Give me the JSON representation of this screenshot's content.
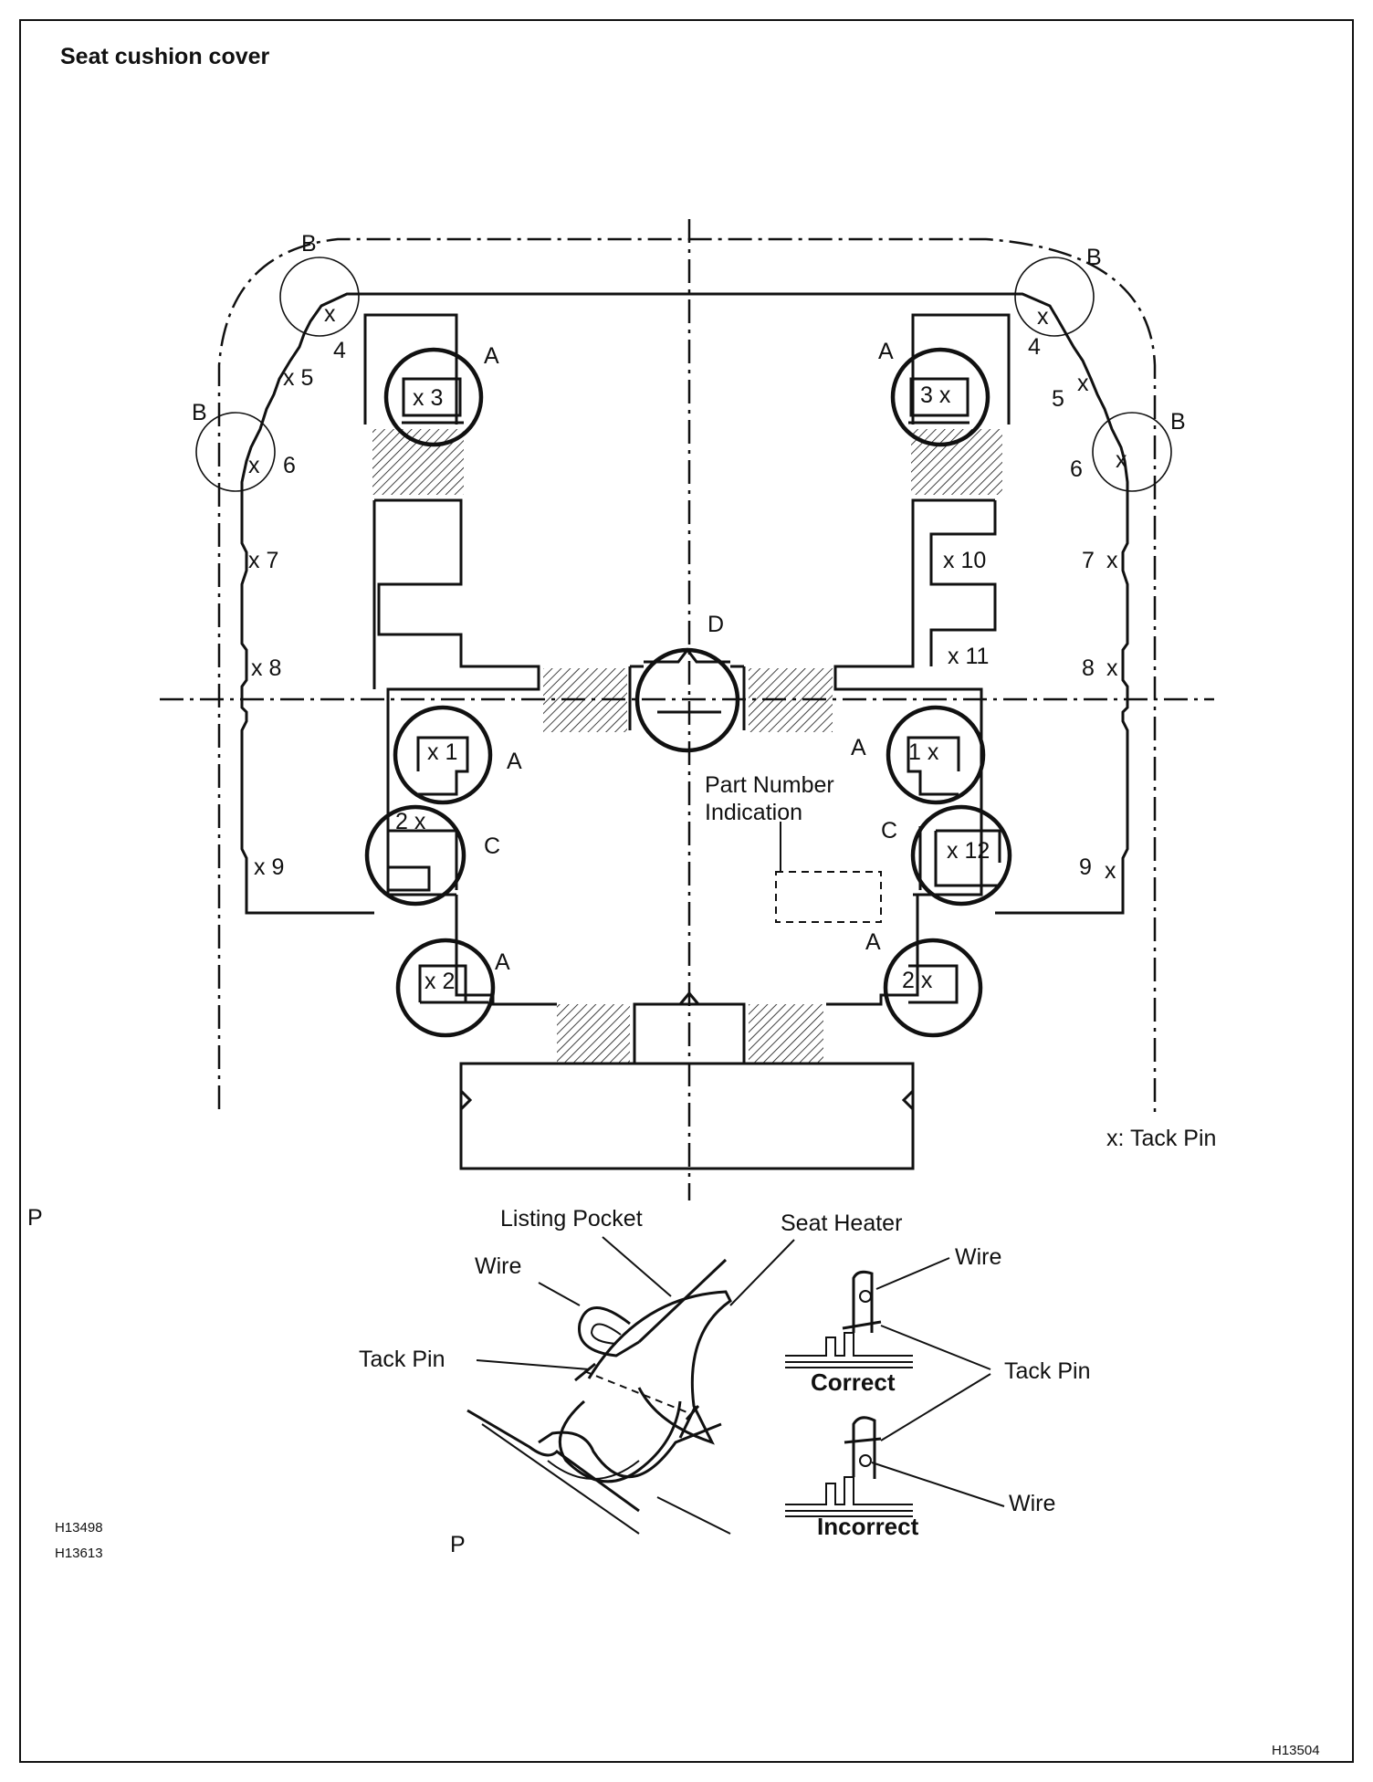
{
  "title": "Seat cushion cover",
  "legend": "x: Tack Pin",
  "labels": {
    "A": "A",
    "B": "B",
    "C": "C",
    "D": "D",
    "part_number_line1": "Part Number",
    "part_number_line2": "Indication",
    "p_left": "P",
    "p_bottom": "P"
  },
  "tack_pins": {
    "left": [
      "x",
      "4",
      "x 5",
      "x",
      "6",
      "x 7",
      "x 8",
      "x 9",
      "x 3",
      "x 1",
      "2 x",
      "x 2"
    ],
    "right": [
      "x",
      "4",
      "5",
      "x",
      "x",
      "6",
      "7",
      "x",
      "8",
      "x",
      "9",
      "x",
      "3 x",
      "x 10",
      "x 11",
      "1 x",
      "x 12",
      "2 x"
    ]
  },
  "detail": {
    "listing_pocket": "Listing Pocket",
    "seat_heater": "Seat Heater",
    "wire": "Wire",
    "tack_pin": "Tack Pin",
    "correct": "Correct",
    "incorrect": "Incorrect"
  },
  "codes": [
    "H13498",
    "H13613",
    "H13504"
  ]
}
